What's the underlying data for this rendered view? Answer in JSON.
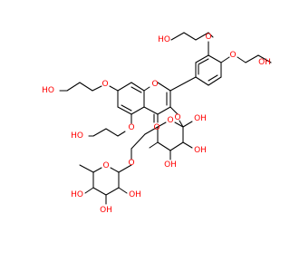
{
  "figure": {
    "kind": "skeletal chemical structure",
    "background_color": "#ffffff",
    "bond_color": "#000000",
    "heteroatom_color": "#ff0000"
  },
  "labels": {
    "hydroxyethoxy_top_ho": "HO",
    "hydroxyethoxy_top_ether_o": "O",
    "hydroxyethoxy_right_o": "O",
    "hydroxyethoxy_right_oh": "OH",
    "pyran_ring_o": "O",
    "c7_ether_o": "O",
    "c7_terminal_ho": "HO",
    "c5_ether_o": "O",
    "c5_terminal_ho": "HO",
    "c4_carbonyl_o": "O",
    "c3_glycoside_o": "O",
    "glucose_ring_o": "O",
    "glucose_oh_right": "OH",
    "glucose_oh_lower_right": "OH",
    "glucose_oh_bottom": "OH",
    "glycosidic_link_o": "O",
    "rhamnose_ring_o": "O",
    "rhamnose_oh_right": "OH",
    "rhamnose_oh_left": "HO",
    "rhamnose_oh_bottom": "OH"
  }
}
